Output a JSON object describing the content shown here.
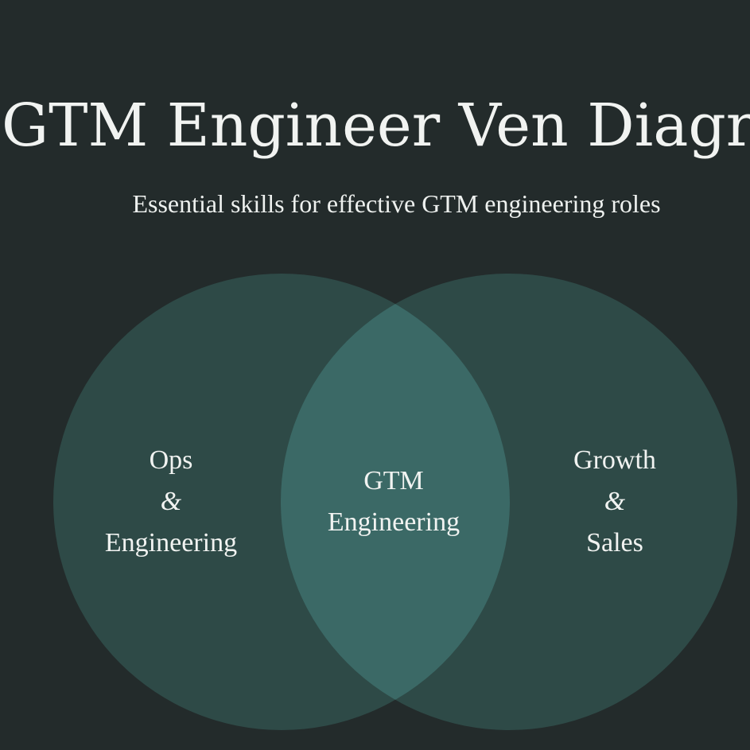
{
  "title": "GTM Engineer Ven Diagram",
  "subtitle": "Essential skills for effective GTM engineering roles",
  "circles": {
    "left": {
      "line1": "Ops",
      "amp": "&",
      "line2": "Engineering"
    },
    "center": {
      "line1": "GTM",
      "line2": "Engineering"
    },
    "right": {
      "line1": "Growth",
      "amp": "&",
      "line2": "Sales"
    }
  },
  "colors": {
    "background": "#232b2b",
    "circle_fill": "#2e4a47",
    "overlap_fill": "#3b6966",
    "text": "#f1f3f1"
  }
}
